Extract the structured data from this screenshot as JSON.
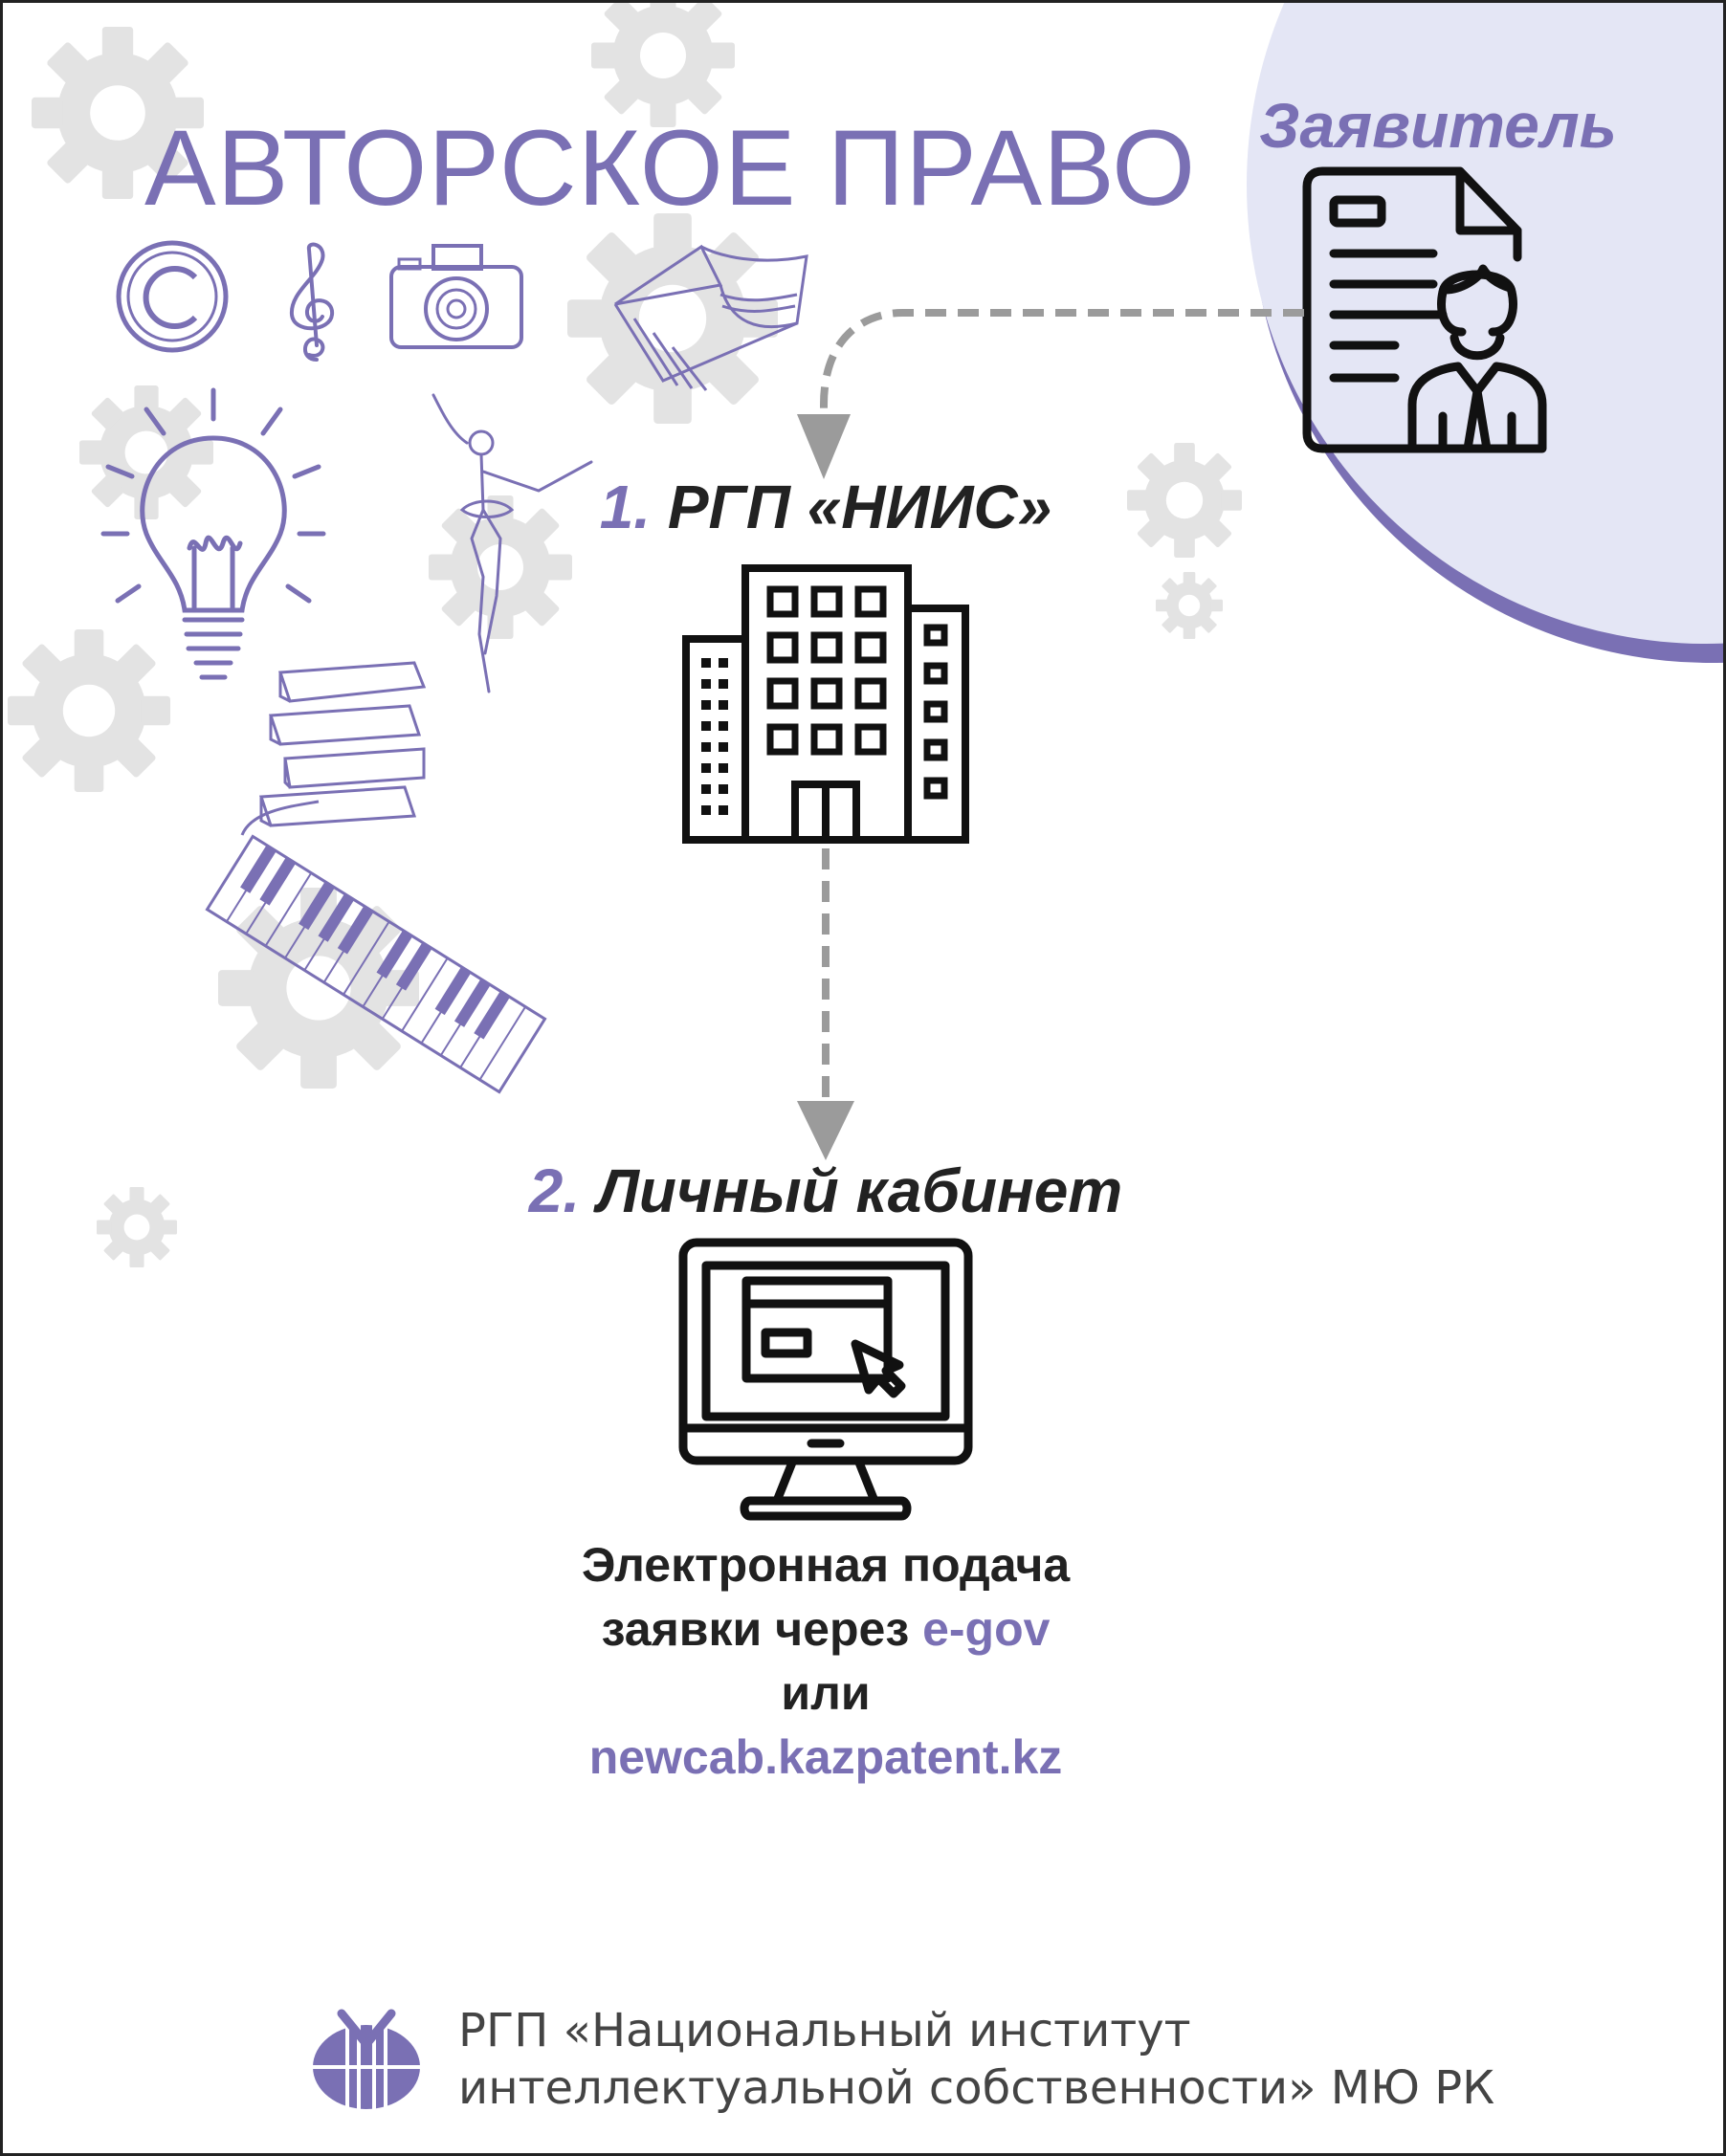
{
  "header": {
    "title": "АВТОРСКОЕ ПРАВО"
  },
  "applicant": {
    "label": "Заявитель",
    "icon": "applicant-document-icon"
  },
  "steps": [
    {
      "number": "1.",
      "label": "РГП «НИИС»",
      "icon": "office-building-icon"
    },
    {
      "number": "2.",
      "label": "Личный кабинет",
      "icon": "computer-monitor-icon"
    }
  ],
  "description": {
    "line1": "Электронная подача",
    "line2_prefix": "заявки через ",
    "line2_link": "e-gov",
    "line3": "или",
    "line4": "newcab.kazpatent.kz"
  },
  "footer": {
    "line1": "РГП «Национальный институт",
    "line2": "интеллектуальной собственности» МЮ РК",
    "logo": "niis-logo-icon"
  },
  "colors": {
    "accent": "#7a70b4",
    "applicant_bg": "#e4e6f5",
    "gear": "#e3e3e3",
    "arrow": "#9b9b9b"
  }
}
